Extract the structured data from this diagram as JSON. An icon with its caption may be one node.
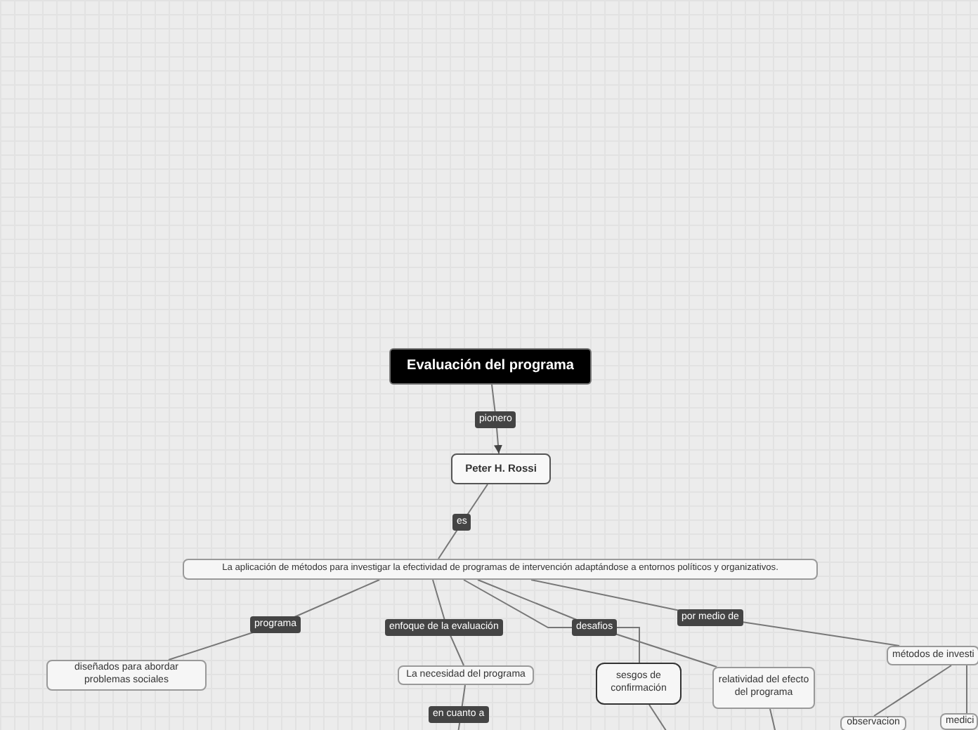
{
  "diagram": {
    "nodes": [
      {
        "text": [
          "Evaluación del programa"
        ]
      },
      {
        "text": [
          "Peter H. Rossi"
        ]
      },
      {
        "text": [
          "La aplicación de métodos para investigar la efectividad de programas de intervención adaptándose a entornos políticos y organizativos."
        ]
      },
      {
        "text": [
          "diseñados para abordar problemas sociales"
        ]
      },
      {
        "text": [
          "La necesidad del programa"
        ]
      },
      {
        "text": [
          "sesgos de confirmación"
        ]
      },
      {
        "text": [
          "relatividad del efecto del programa"
        ]
      },
      {
        "text": [
          "métodos de investi"
        ]
      },
      {
        "text": [
          "observacion"
        ]
      },
      {
        "text": [
          "medici"
        ]
      }
    ],
    "edges": [
      {
        "from": 0,
        "to": 1,
        "arrow": "to",
        "label": "pionero"
      },
      {
        "from": 1,
        "to": 2,
        "arrow": "none",
        "label": "es"
      },
      {
        "from": 2,
        "to": 3,
        "arrow": "none",
        "label": "programa"
      },
      {
        "from": 2,
        "to": 4,
        "arrow": "none",
        "label": "enfoque de la evaluación"
      },
      {
        "from": 2,
        "to": 5,
        "arrow": "none",
        "label": "desafios"
      },
      {
        "from": 2,
        "to": 6,
        "arrow": "none"
      },
      {
        "from": 2,
        "to": 7,
        "arrow": "none",
        "label": "por medio de"
      },
      {
        "from": 7,
        "to": 8,
        "arrow": "none"
      },
      {
        "from": 7,
        "to": 9,
        "arrow": "none"
      },
      {
        "from": 4,
        "to": null,
        "arrow": "none",
        "label": "en cuanto a"
      },
      {
        "from": 5,
        "to": null,
        "arrow": "none"
      },
      {
        "from": 6,
        "to": null,
        "arrow": "none"
      }
    ]
  }
}
